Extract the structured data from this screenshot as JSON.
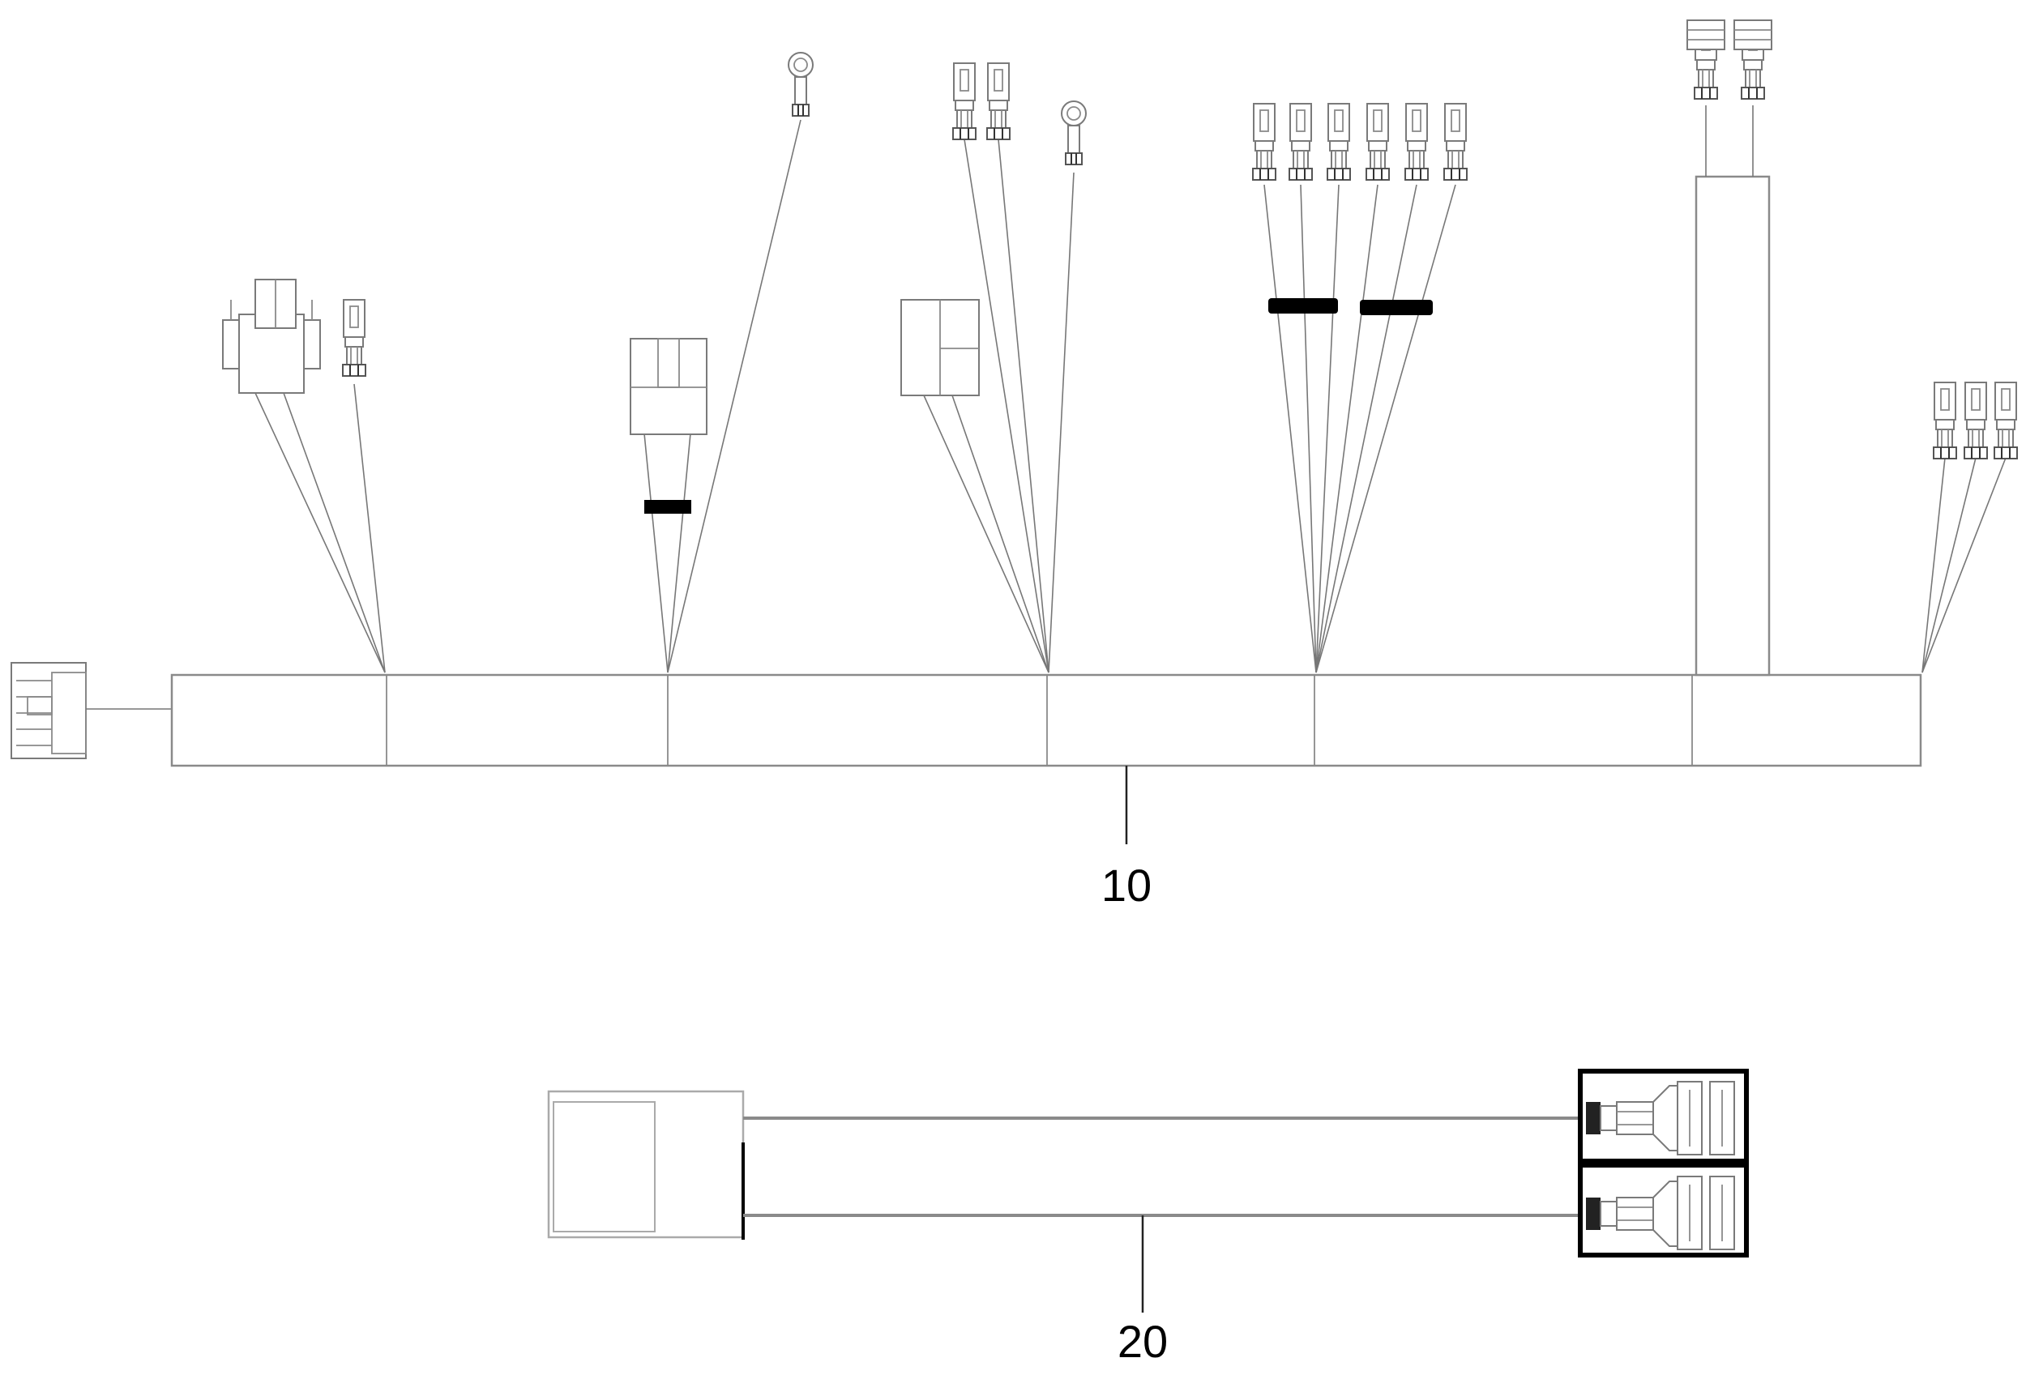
{
  "diagram": {
    "callouts": [
      {
        "id": "harness-main",
        "label": "10"
      },
      {
        "id": "harness-jumper",
        "label": "20"
      }
    ],
    "colors": {
      "line": "#8a8a8a",
      "wire": "#777777",
      "sleeve": "#000000",
      "label": "#000000"
    }
  }
}
